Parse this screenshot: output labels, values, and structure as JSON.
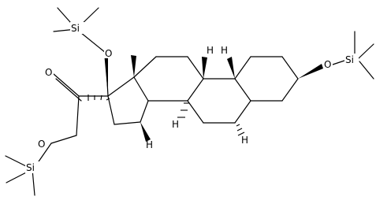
{
  "molecule": {
    "atoms": [
      {
        "id": "si_top",
        "label": "Si"
      },
      {
        "id": "o17",
        "label": "O"
      },
      {
        "id": "o_keto",
        "label": "O"
      },
      {
        "id": "o_side",
        "label": "O"
      },
      {
        "id": "si_bottom",
        "label": "Si"
      },
      {
        "id": "o3",
        "label": "O"
      },
      {
        "id": "si_right",
        "label": "Si"
      },
      {
        "id": "h9",
        "label": "H"
      },
      {
        "id": "h10",
        "label": "H"
      },
      {
        "id": "h14",
        "label": "H"
      },
      {
        "id": "h8",
        "label": "H"
      },
      {
        "id": "h5",
        "label": "H"
      }
    ],
    "methyls": [
      {
        "id": "me13",
        "label": ""
      },
      {
        "id": "me10",
        "label": ""
      }
    ]
  }
}
